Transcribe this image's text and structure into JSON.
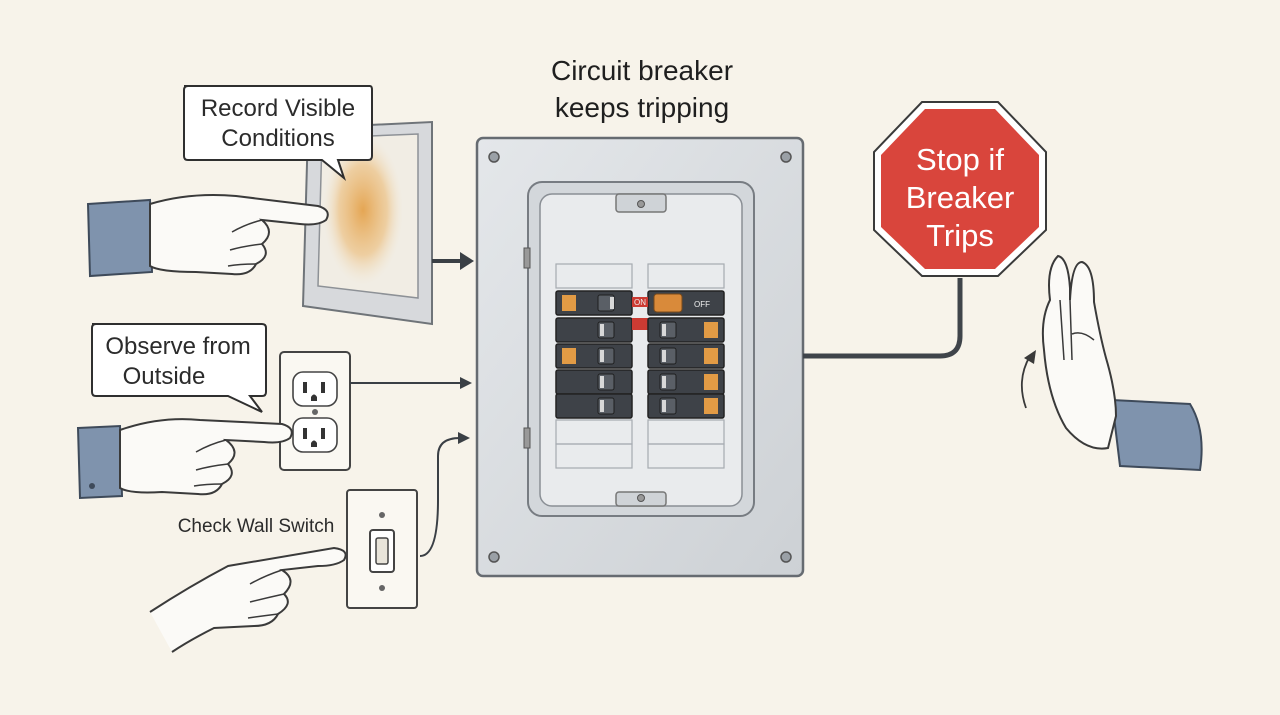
{
  "title": {
    "line1": "Circuit breaker",
    "line2": "keeps tripping"
  },
  "callouts": {
    "record": {
      "line1": "Record Visible",
      "line2": "Conditions"
    },
    "observe": {
      "line1": "Observe from",
      "line2": "Outside"
    },
    "switch": {
      "label": "Check Wall Switch"
    }
  },
  "stop_sign": {
    "line1": "Stop if",
    "line2": "Breaker",
    "line3": "Trips"
  },
  "breaker_labels": {
    "on": "ON",
    "off": "OFF"
  },
  "colors": {
    "background": "#f7f3ea",
    "stop_red": "#d9453c",
    "sleeve_blue": "#7f93ad",
    "breaker_dark": "#3e4248",
    "breaker_orange": "#e29b45",
    "panel_gray": "#dcdfe2",
    "scorch_orange": "#e2a95c"
  },
  "icons": [
    "pointing-hand-icon",
    "outlet-icon",
    "light-switch-icon",
    "stop-sign-icon",
    "raised-hand-icon",
    "breaker-panel-icon"
  ]
}
